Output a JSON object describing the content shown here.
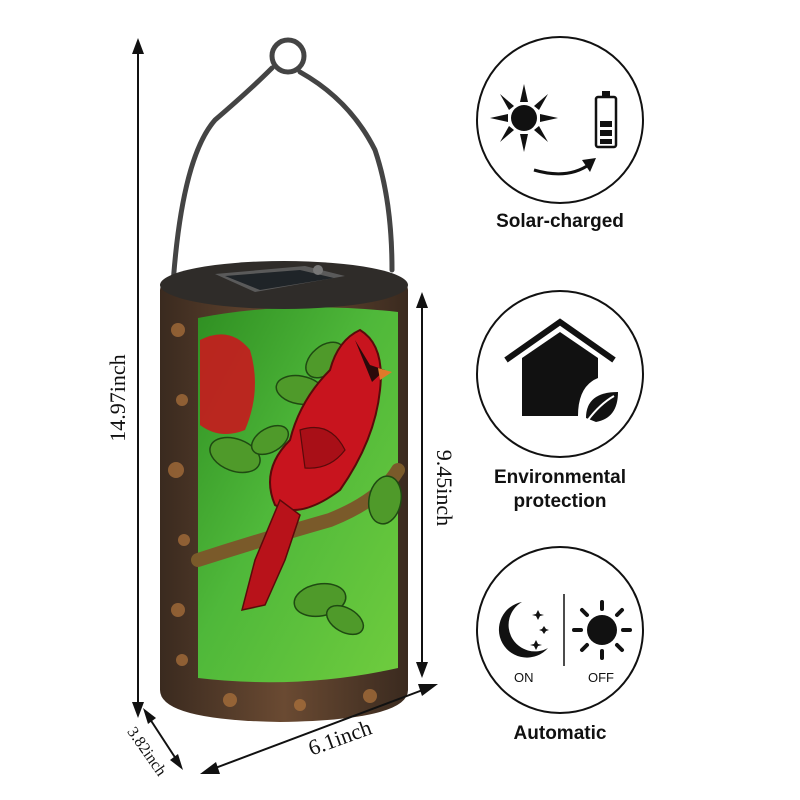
{
  "dimensions": {
    "height_label": "14.97inch",
    "shade_height_label": "9.45inch",
    "width_label": "6.1inch",
    "depth_label": "3.82inch"
  },
  "features": [
    {
      "icon": "sun-battery-icon",
      "label": "Solar-charged"
    },
    {
      "icon": "house-leaf-icon",
      "label": "Environmental protection"
    },
    {
      "icon": "moon-sun-icon",
      "label": "Automatic",
      "on_label": "ON",
      "off_label": "OFF"
    }
  ],
  "colors": {
    "glass_green": "#3fa32c",
    "cardinal_red": "#c8141e",
    "frame_bronze": "#4a3526"
  }
}
